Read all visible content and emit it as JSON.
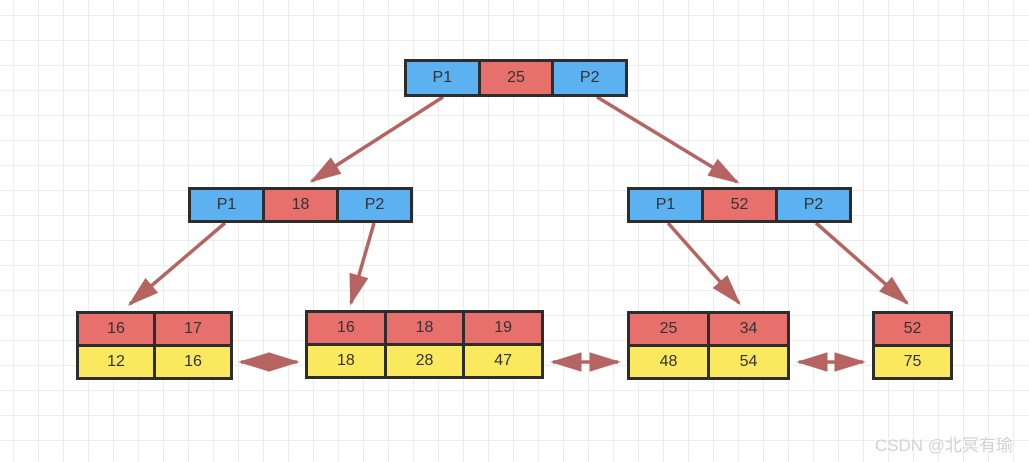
{
  "diagram_title": "bplus-tree-index-structure",
  "watermark": "CSDN @北冥有瑜",
  "colors": {
    "pointer_fill": "#5cb2f0",
    "key_fill": "#e8706c",
    "record_fill": "#fae95e",
    "border_color": "#2d2d2d",
    "arrow_color": "#b56461",
    "grid_line": "#ececec",
    "canvas_bg": "#ffffff",
    "text_color": "#333333",
    "watermark_color": "#d2d2d2"
  },
  "nodes": {
    "root": {
      "p1": "P1",
      "key": "25",
      "p2": "P2"
    },
    "internal_left": {
      "p1": "P1",
      "key": "18",
      "p2": "P2"
    },
    "internal_right": {
      "p1": "P1",
      "key": "52",
      "p2": "P2"
    },
    "leaf1": {
      "keys": [
        "16",
        "17"
      ],
      "records": [
        "12",
        "16"
      ]
    },
    "leaf2": {
      "keys": [
        "16",
        "18",
        "19"
      ],
      "records": [
        "18",
        "28",
        "47"
      ]
    },
    "leaf3": {
      "keys": [
        "25",
        "34"
      ],
      "records": [
        "48",
        "54"
      ]
    },
    "leaf4": {
      "keys": [
        "52"
      ],
      "records": [
        "75"
      ]
    }
  }
}
